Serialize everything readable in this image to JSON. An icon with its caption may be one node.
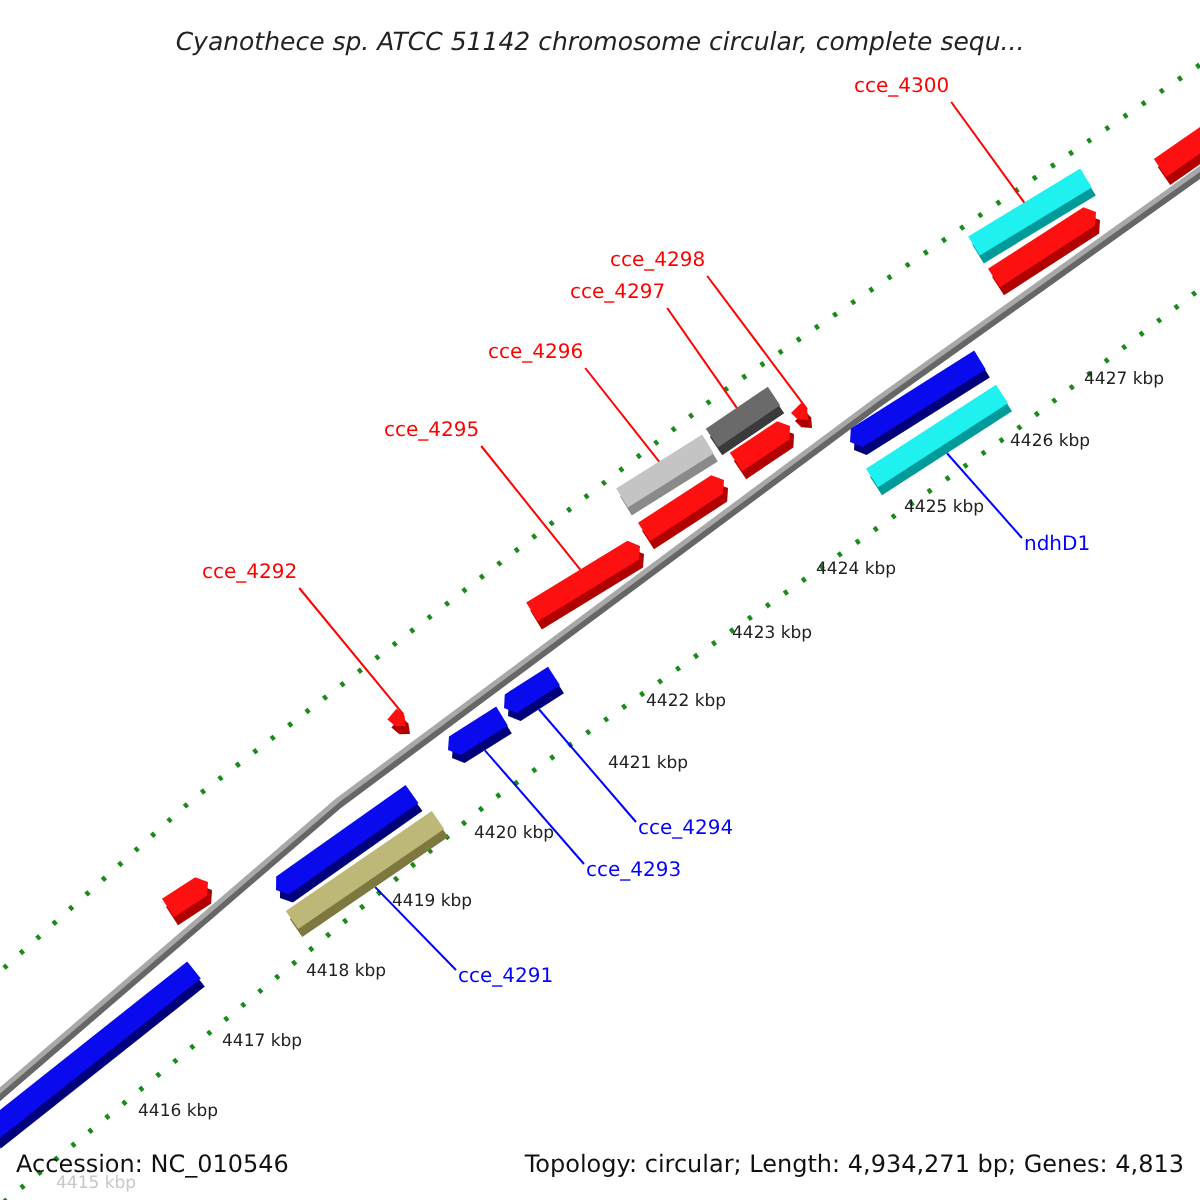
{
  "diagram": {
    "title": "Cyanothece sp. ATCC 51142 chromosome circular, complete sequ...",
    "nodes": [
      {
        "text": [
          "cce_4300"
        ]
      },
      {
        "text": [
          "cce_4298"
        ]
      },
      {
        "text": [
          "cce_4297"
        ]
      },
      {
        "text": [
          "cce_4296"
        ]
      },
      {
        "text": [
          "cce_4295"
        ]
      },
      {
        "text": [
          "ndhD1"
        ]
      },
      {
        "text": [
          "cce_4292"
        ]
      },
      {
        "text": [
          "cce_4294"
        ]
      },
      {
        "text": [
          "cce_4293"
        ]
      },
      {
        "text": [
          "cce_4291"
        ]
      },
      {
        "text": [],
        "shape": "bar"
      },
      {
        "text": [],
        "shape": "bar"
      },
      {
        "text": [],
        "shape": "bar"
      },
      {
        "text": [],
        "shape": "bar"
      },
      {
        "text": [],
        "shape": "bar"
      },
      {
        "text": [],
        "shape": "bar"
      },
      {
        "text": [],
        "shape": "bar"
      },
      {
        "text": [],
        "shape": "bar"
      },
      {
        "text": [],
        "shape": "bar"
      },
      {
        "text": [],
        "shape": "bar"
      }
    ],
    "edges": [
      {
        "from": 0,
        "to": 10,
        "arrow": "none"
      },
      {
        "from": 1,
        "to": 11,
        "arrow": "none"
      },
      {
        "from": 2,
        "to": 12,
        "arrow": "none"
      },
      {
        "from": 3,
        "to": 14,
        "arrow": "none"
      },
      {
        "from": 4,
        "to": 15,
        "arrow": "none"
      },
      {
        "from": 5,
        "to": 13,
        "arrow": "none",
        "color": "#0000ff"
      },
      {
        "from": 6,
        "to": 17,
        "arrow": "none"
      },
      {
        "from": 7,
        "to": 16,
        "arrow": "none",
        "color": "#0000ff"
      },
      {
        "from": 8,
        "to": 18,
        "arrow": "none",
        "color": "#0000ff"
      },
      {
        "from": 9,
        "to": 19,
        "arrow": "none",
        "color": "#0000ff"
      }
    ],
    "labels": [
      "4427 kbp",
      "4426 kbp",
      "4425 kbp",
      "4424 kbp",
      "4423 kbp",
      "4422 kbp",
      "4421 kbp",
      "4420 kbp",
      "4419 kbp",
      "4418 kbp",
      "4417 kbp",
      "4416 kbp",
      "Accession: NC_010546",
      "4415 kbp",
      "Topology: circular; Length: 4,934,271 bp; Genes: 4,813"
    ]
  }
}
